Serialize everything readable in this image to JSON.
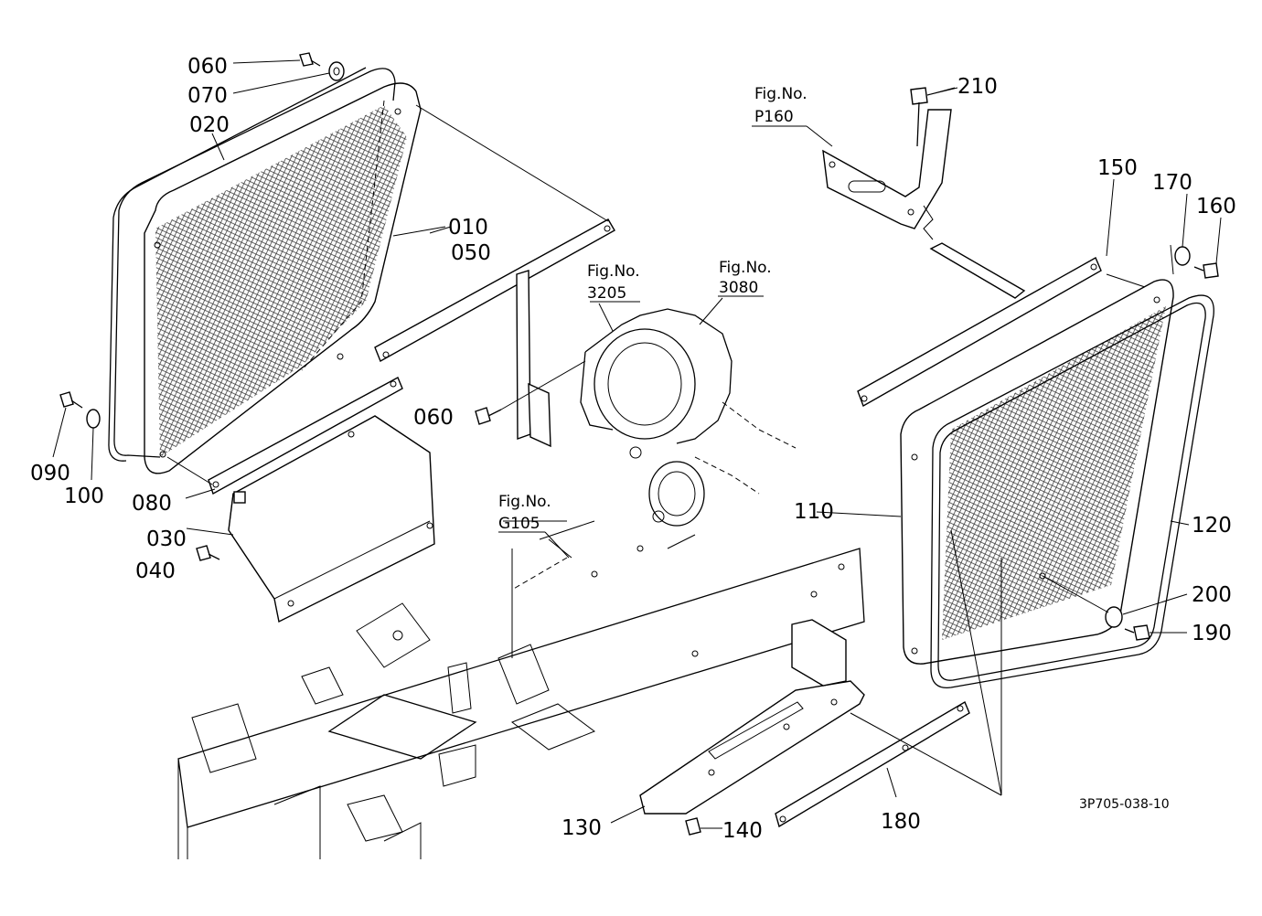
{
  "callouts": {
    "c010": "010",
    "c020": "020",
    "c030": "030",
    "c040": "040",
    "c050": "050",
    "c060a": "060",
    "c060b": "060",
    "c070": "070",
    "c080": "080",
    "c090": "090",
    "c100": "100",
    "c110": "110",
    "c120": "120",
    "c130": "130",
    "c140": "140",
    "c150": "150",
    "c160": "160",
    "c170": "170",
    "c180": "180",
    "c190": "190",
    "c200": "200",
    "c210": "210"
  },
  "fig_refs": {
    "p160": {
      "label": "Fig.No.",
      "number": "P160"
    },
    "f3205": {
      "label": "Fig.No.",
      "number": "3205"
    },
    "f3080": {
      "label": "Fig.No.",
      "number": "3080"
    },
    "g105": {
      "label": "Fig.No.",
      "number": "G105"
    }
  },
  "drawing_code": "3P705-038-10",
  "colors": {
    "line": "#000000",
    "background": "#ffffff"
  }
}
